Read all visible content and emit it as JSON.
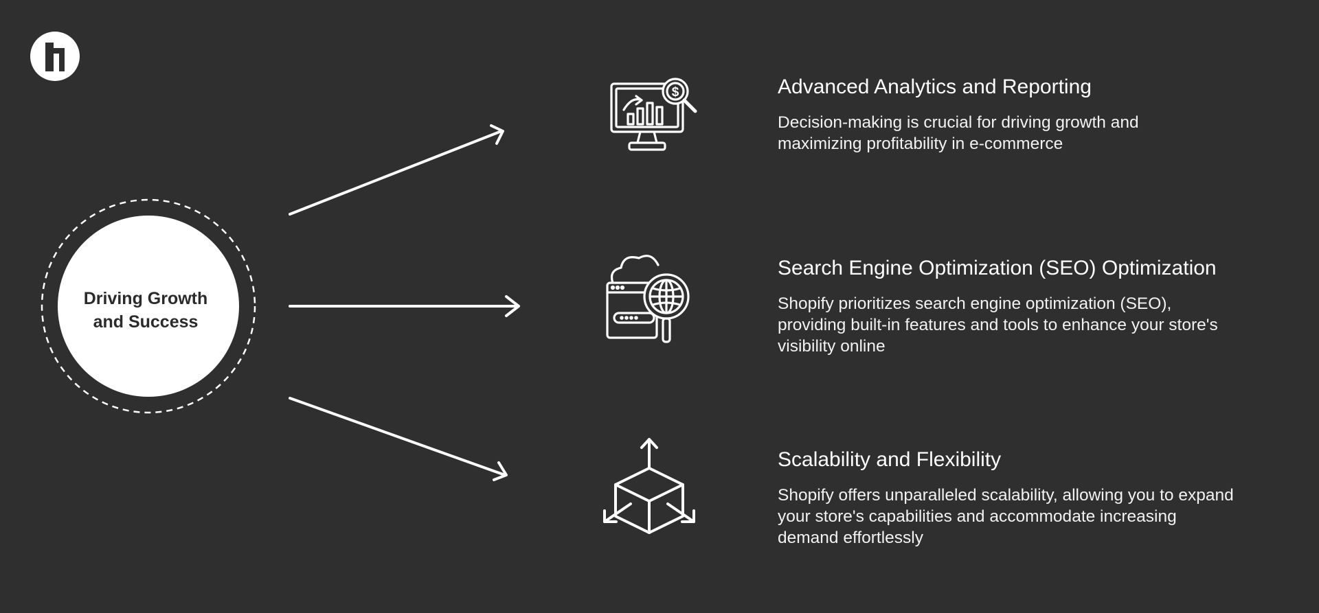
{
  "hub": {
    "line1": "Driving Growth",
    "line2": "and Success"
  },
  "features": [
    {
      "title": "Advanced Analytics and Reporting",
      "desc_lines": [
        "Decision-making is crucial for driving growth and",
        "maximizing profitability in e-commerce"
      ],
      "icon": "analytics-monitor-icon"
    },
    {
      "title": "Search Engine Optimization (SEO) Optimization",
      "desc_lines": [
        "Shopify prioritizes search engine optimization (SEO),",
        "providing built-in features and tools to enhance your store's",
        "visibility online"
      ],
      "icon": "seo-globe-search-icon"
    },
    {
      "title": "Scalability and Flexibility",
      "desc_lines": [
        "Shopify offers unparalleled scalability, allowing you to expand",
        "your store's capabilities and accommodate increasing",
        "demand effortlessly"
      ],
      "icon": "scalability-cube-icon"
    }
  ],
  "colors": {
    "background": "#2f2f2f",
    "foreground": "#ffffff",
    "hub_text": "#2b2b2b"
  },
  "logo_icon": "brand-logo-icon"
}
